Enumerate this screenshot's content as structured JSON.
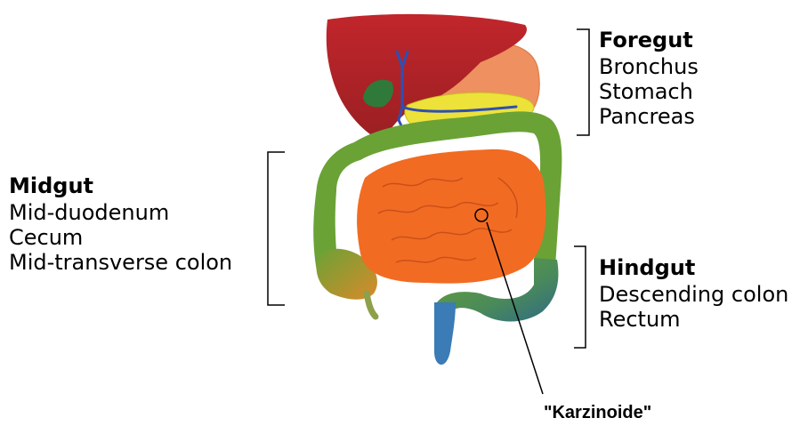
{
  "foregut": {
    "title": "Foregut",
    "items": [
      "Bronchus",
      "Stomach",
      "Pancreas"
    ]
  },
  "midgut": {
    "title": "Midgut",
    "items": [
      "Mid-duodenum",
      "Cecum",
      "Mid-transverse colon"
    ]
  },
  "hindgut": {
    "title": "Hindgut",
    "items": [
      "Descending colon",
      "Rectum"
    ]
  },
  "callout": {
    "label": "\"Karzinoide\""
  },
  "colors": {
    "liver": "#b0282a",
    "stomach": "#ee9060",
    "pancreas": "#ece23a",
    "large_intestine": "#6aa236",
    "small_intestine": "#f26b22",
    "bile_duct": "#2f4fb3",
    "rectum": "#3b7bb6",
    "text": "#000000"
  }
}
